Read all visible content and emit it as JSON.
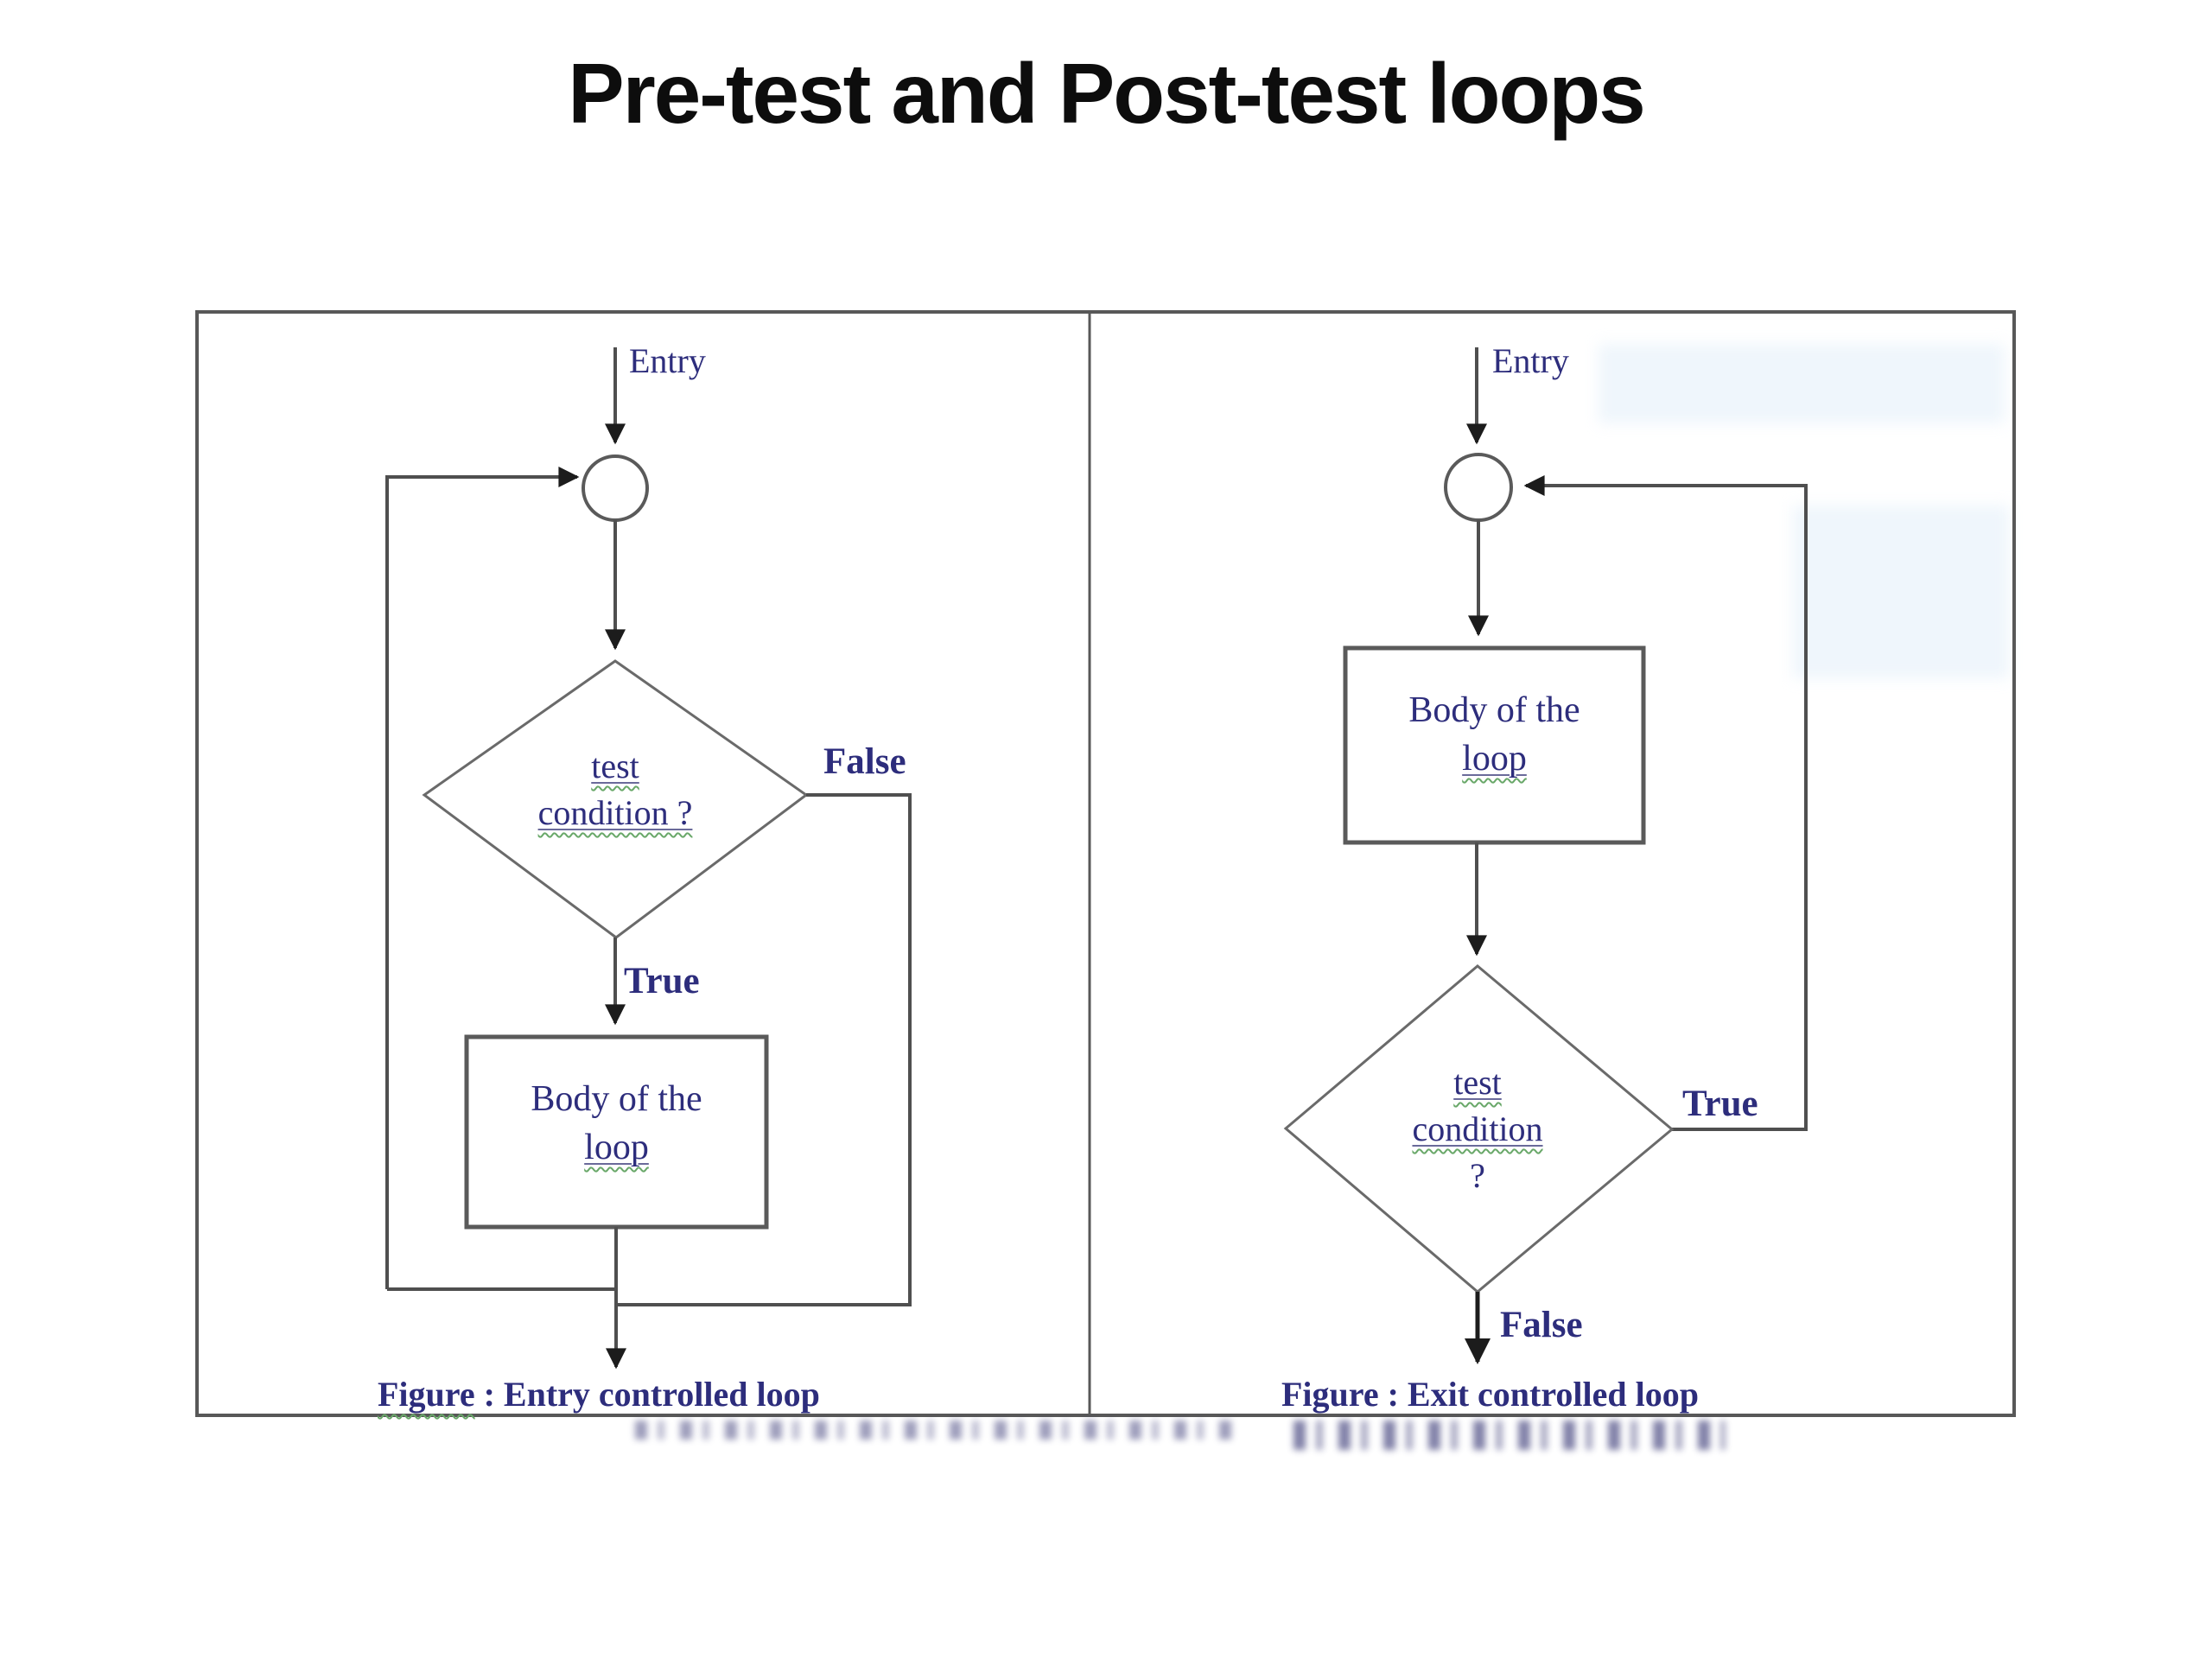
{
  "title": "Pre-test and Post-test loops",
  "colors": {
    "title_text": "#0d0d0d",
    "flow_text": "#2d2d7c",
    "line": "#4f4f4f",
    "arrow": "#1c1c1c",
    "wavy_underline": "#69a869",
    "background": "#ffffff"
  },
  "left": {
    "entry_label": "Entry",
    "cond_line1": "test",
    "cond_line2": "condition ?",
    "false_label": "False",
    "true_label": "True",
    "body_line1": "Body of the",
    "body_line2": "loop",
    "caption_word": "Figure",
    "caption_rest": " : Entry controlled loop"
  },
  "right": {
    "entry_label": "Entry",
    "body_line1": "Body of the",
    "body_line2": "loop",
    "cond_line1": "test",
    "cond_line2": "condition",
    "cond_line3": "?",
    "true_label": "True",
    "false_label": "False",
    "caption_word": "Figure",
    "caption_rest": " : Exit controlled loop"
  }
}
